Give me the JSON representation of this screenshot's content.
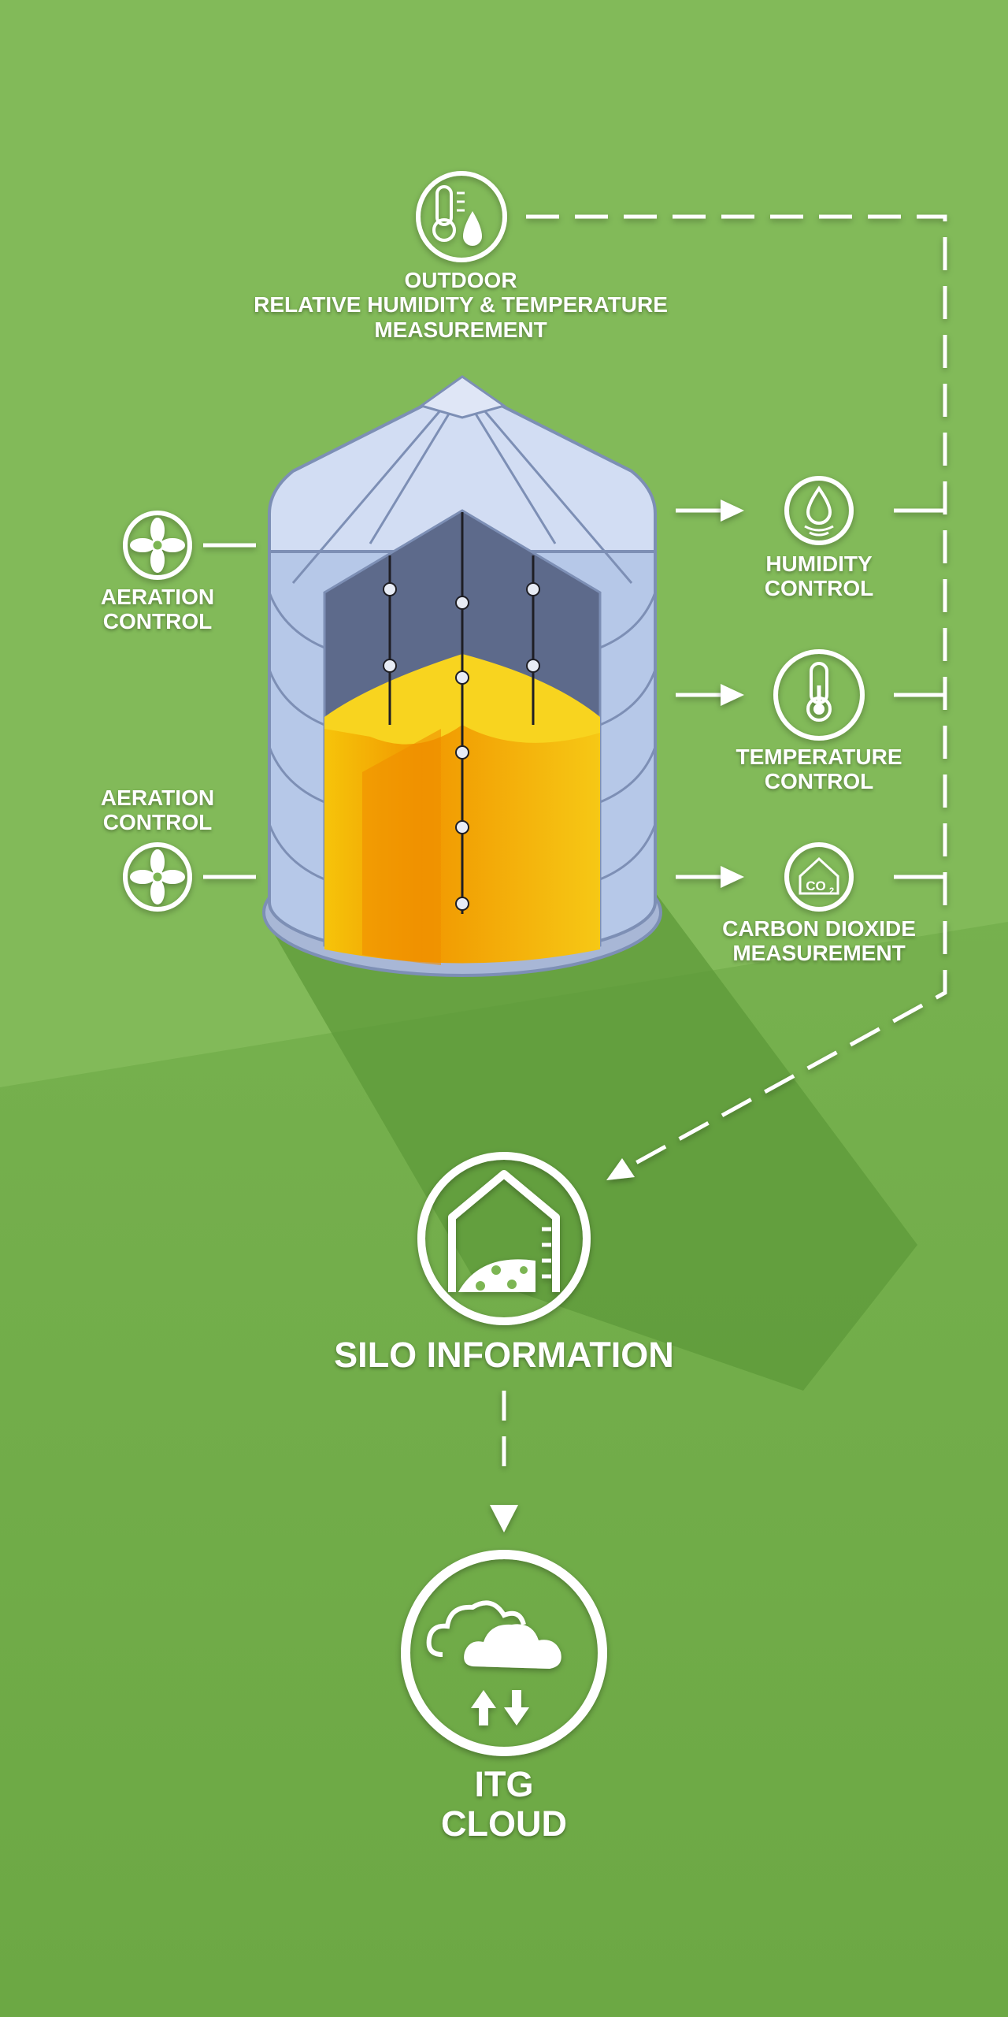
{
  "diagram": {
    "outdoor_label": [
      "OUTDOOR",
      "RELATIVE HUMIDITY & TEMPERATURE",
      "MEASUREMENT"
    ],
    "aeration_top_label": [
      "AERATION",
      "CONTROL"
    ],
    "aeration_bottom_label": [
      "AERATION",
      "CONTROL"
    ],
    "humidity_label": [
      "HUMIDITY",
      "CONTROL"
    ],
    "temperature_label": [
      "TEMPERATURE",
      "CONTROL"
    ],
    "co2_label": [
      "CARBON DIOXIDE",
      "MEASUREMENT"
    ],
    "co2_icon_text": "CO",
    "co2_icon_subscript": "2",
    "silo_info_label": "SILO INFORMATION",
    "cloud_label": [
      "ITG",
      "CLOUD"
    ],
    "icons": {
      "outdoor": "thermometer-humidity-icon",
      "aeration_top": "fan-icon",
      "aeration_bottom": "fan-icon",
      "humidity": "water-drop-icon",
      "temperature": "thermometer-icon",
      "co2": "co2-icon",
      "silo_info": "silo-icon",
      "cloud": "cloud-sync-icon"
    },
    "colors": {
      "background_top": "#7cb553",
      "background_bottom": "#6aa742",
      "silo_body": "#b5c8e8",
      "silo_outline": "#7d8fb5",
      "silo_interior": "#5d6a8a",
      "grain_top": "#f8d21c",
      "grain_front": "#f19a00",
      "connector": "#ffffff"
    }
  }
}
